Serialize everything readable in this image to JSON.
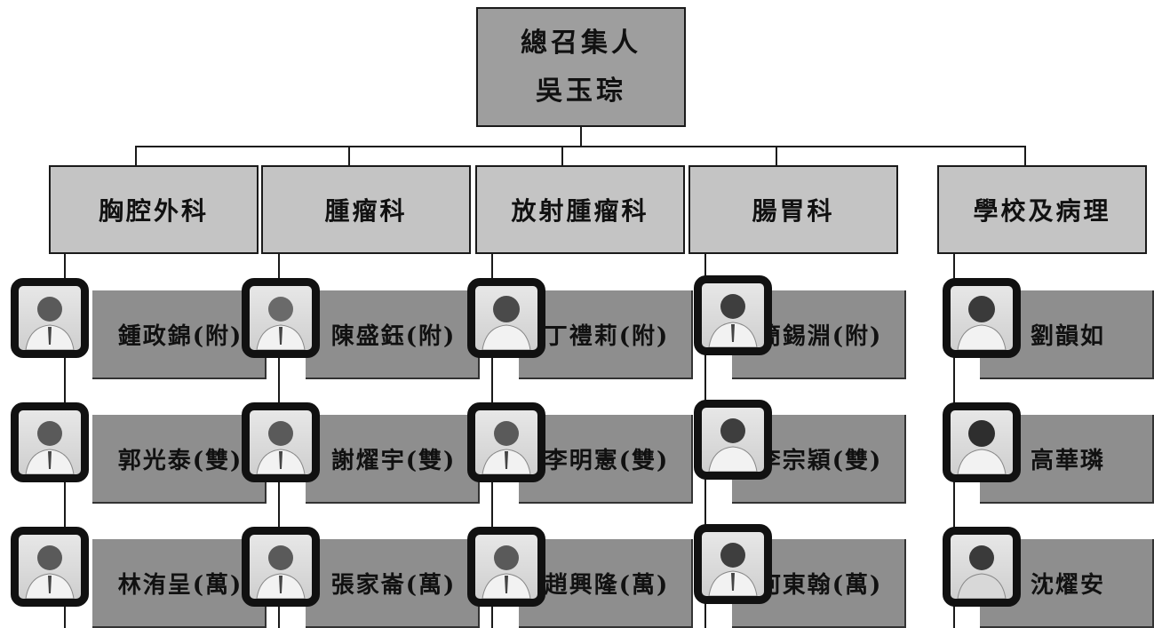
{
  "root": {
    "title": "總召集人",
    "name": "吳玉琮"
  },
  "departments": [
    {
      "name": "胸腔外科",
      "members": [
        "鍾政錦(附)",
        "郭光泰(雙)",
        "林洧呈(萬)"
      ]
    },
    {
      "name": "腫瘤科",
      "members": [
        "陳盛鈺(附)",
        "謝燿宇(雙)",
        "張家崙(萬)"
      ]
    },
    {
      "name": "放射腫瘤科",
      "members": [
        "丁禮莉(附)",
        "李明憲(雙)",
        "趙興隆(萬)"
      ]
    },
    {
      "name": "腸胃科",
      "members": [
        "簡錫淵(附)",
        "李宗穎(雙)",
        "何東翰(萬)"
      ]
    },
    {
      "name": "學校及病理",
      "members": [
        "劉韻如",
        "高華璘",
        "沈燿安"
      ]
    }
  ]
}
